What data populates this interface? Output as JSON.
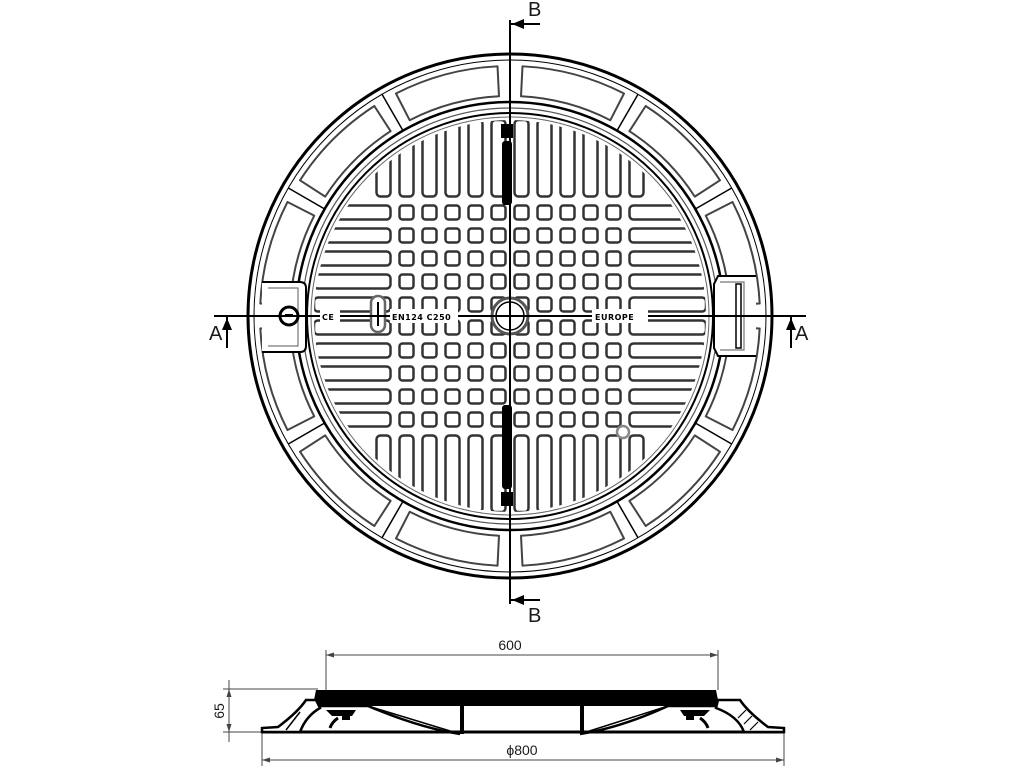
{
  "drawing": {
    "type": "manhole cover technical drawing",
    "plan_view": {
      "section_markers": {
        "vertical_top": "B",
        "vertical_bottom": "B",
        "horizontal_left": "A",
        "horizontal_right": "A"
      },
      "embossed_text": {
        "left_mark": "CE",
        "left_standard": "EN124 C250",
        "right_brand": "EUROPE"
      },
      "grid": {
        "cell_pitch": 23,
        "cell_size": 14,
        "clear_radius": 196
      },
      "rim": {
        "outer_radius": 262,
        "segments": 12
      }
    },
    "section_view": {
      "dimensions": {
        "clear_opening": "600",
        "overall_diameter": "ϕ800",
        "height": "65"
      }
    },
    "colors": {
      "line": "#000000",
      "label": "#1a1a1a",
      "background": "#ffffff"
    }
  }
}
